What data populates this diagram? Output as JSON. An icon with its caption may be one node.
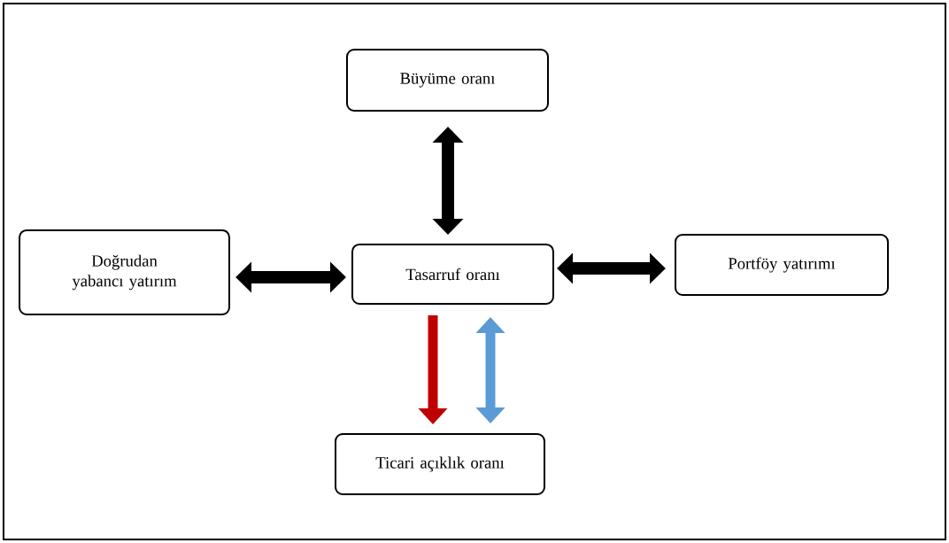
{
  "diagram": {
    "nodes": [
      {
        "text": [
          "Büyüme oranı"
        ]
      },
      {
        "text": [
          "Doğrudan yabancı yatırım"
        ]
      },
      {
        "text": [
          "Tasarruf oranı"
        ]
      },
      {
        "text": [
          "Portföy yatırımı"
        ]
      },
      {
        "text": [
          "Ticari açıklık oranı"
        ]
      }
    ],
    "edges": [
      {
        "from": 0,
        "to": 2,
        "arrow": "both"
      },
      {
        "from": 1,
        "to": 2,
        "arrow": "both"
      },
      {
        "from": 2,
        "to": 3,
        "arrow": "both"
      },
      {
        "from": 2,
        "to": 4,
        "arrow": "to",
        "color": "#c00000"
      },
      {
        "from": 2,
        "to": 4,
        "arrow": "both",
        "color": "#5b9bd5"
      }
    ]
  }
}
